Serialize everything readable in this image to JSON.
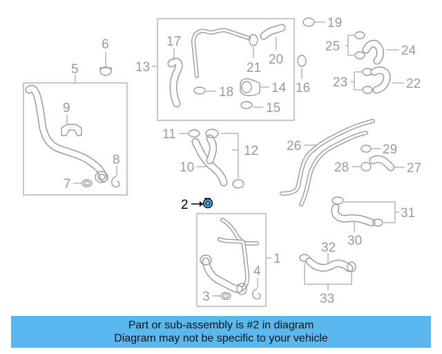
{
  "callouts": {
    "c1": "1",
    "c2": "2",
    "c3": "3",
    "c4": "4",
    "c5": "5",
    "c6": "6",
    "c7": "7",
    "c8": "8",
    "c9": "9",
    "c10": "10",
    "c11": "11",
    "c12": "12",
    "c13": "13",
    "c14": "14",
    "c15": "15",
    "c16": "16",
    "c17": "17",
    "c18": "18",
    "c19": "19",
    "c20": "20",
    "c21": "21",
    "c22": "22",
    "c23": "23",
    "c24": "24",
    "c25": "25",
    "c26": "26",
    "c27": "27",
    "c28": "28",
    "c29": "29",
    "c30": "30",
    "c31": "31",
    "c32": "32",
    "c33": "33"
  },
  "highlight": {
    "part": "2",
    "color": "#5ab8ef"
  },
  "banner": {
    "line1": "Part or sub-assembly is #2 in diagram",
    "line2": "Diagram may not be specific to your vehicle",
    "background": "#5ab8ef"
  }
}
